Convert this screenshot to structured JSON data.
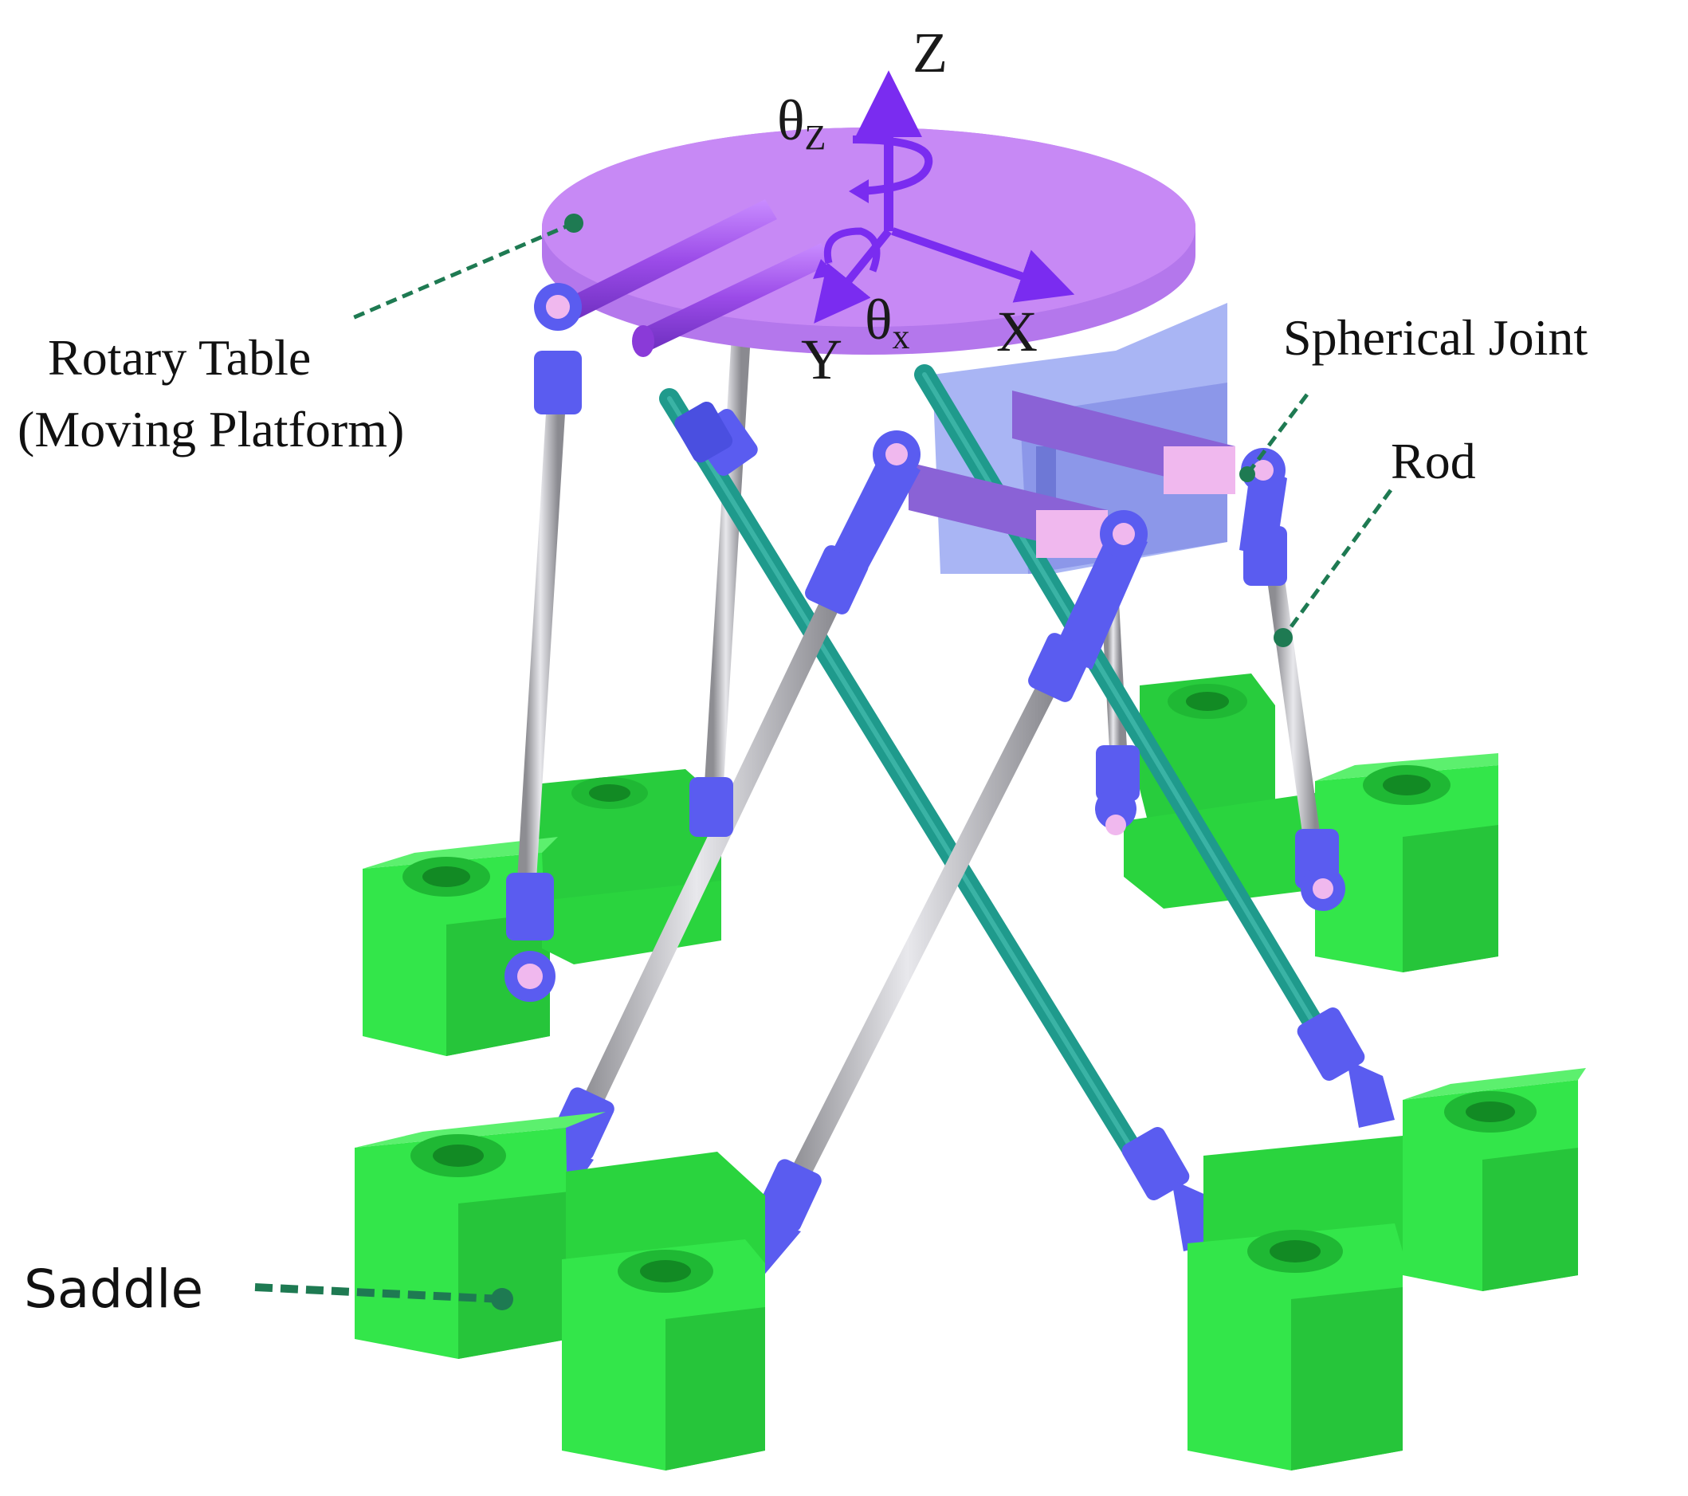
{
  "labels": {
    "rotary_table_line1": "Rotary Table",
    "rotary_table_line2": "(Moving Platform)",
    "spherical_joint": "Spherical Joint",
    "rod": "Rod",
    "saddle": "Saddle"
  },
  "axes": {
    "z": "Z",
    "x": "X",
    "y": "Y",
    "theta": "θ",
    "theta_z_sub": "Z",
    "theta_x_sub": "x"
  },
  "colors": {
    "platform": "#c88af5",
    "pin": "#a050e8",
    "saddle": "#33e64a",
    "saddle_dark": "#1fb834",
    "joint": "#5a5cf0",
    "joint_pink": "#f0b8ee",
    "rod_gray": "#c8c8cc",
    "rod_teal": "#1f9a8c",
    "leader": "#1e7a52",
    "axis_arrow": "#7a2cf0",
    "block": "#9aa8f2"
  }
}
